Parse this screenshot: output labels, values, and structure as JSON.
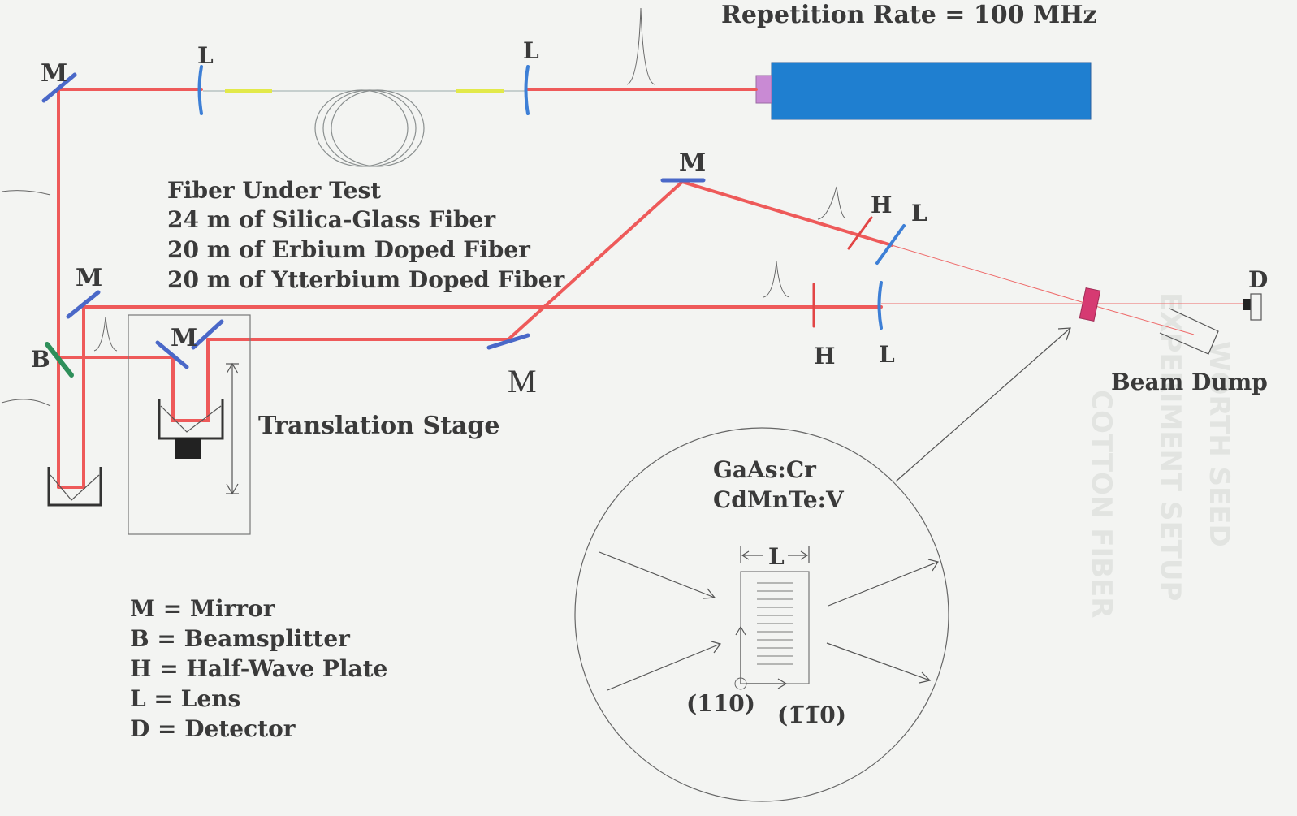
{
  "header": {
    "repetition_rate": "Repetition Rate = 100 MHz"
  },
  "fiber_info": [
    "Fiber Under Test",
    "24 m of Silica-Glass Fiber",
    "20 m of Erbium Doped Fiber",
    "20 m of Ytterbium Doped Fiber"
  ],
  "component_labels": {
    "mirror": "M",
    "lens": "L",
    "half_wave_plate": "H",
    "beamsplitter": "B",
    "detector": "D"
  },
  "translation_stage": "Translation Stage",
  "beam_dump": "Beam Dump",
  "legend": [
    "M = Mirror",
    "B = Beamsplitter",
    "H = Half-Wave Plate",
    "L = Lens",
    "D = Detector"
  ],
  "inset": {
    "materials": [
      "GaAs:Cr",
      "CdMnTe:V"
    ],
    "length_label": "L",
    "orientation_110": "(110)",
    "orientation_1bar10": "(1̅1̅0)"
  },
  "colors": {
    "beam": "#ee5a5a",
    "mirror": "#4a68c8",
    "lens": "#3d7fd6",
    "half_wave_plate": "#e24545",
    "beamsplitter": "#2e8f5a",
    "laser": "#1f7fd0",
    "laser_aperture": "#c98ad4",
    "crystal": "#d63a72",
    "fiber_connector": "#e2e94a"
  }
}
